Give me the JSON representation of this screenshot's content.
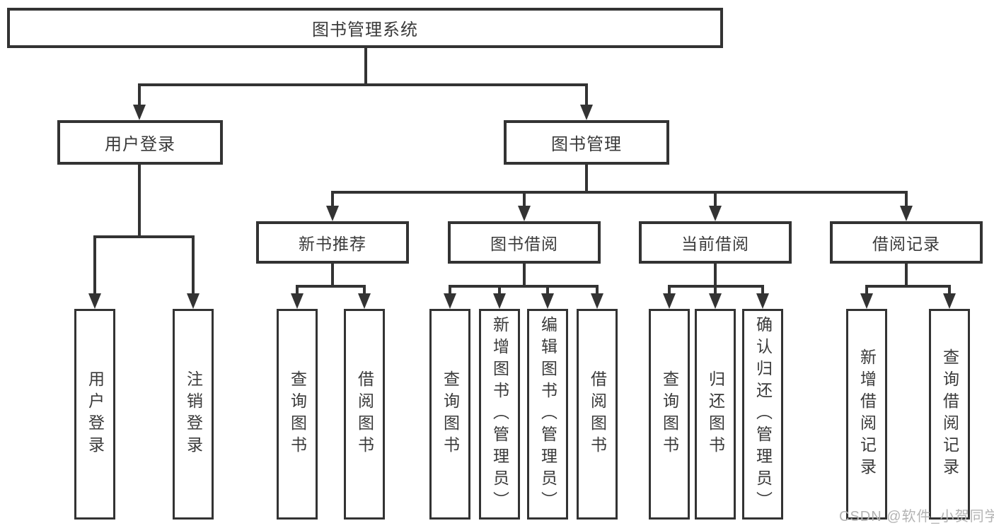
{
  "diagram": {
    "root": "图书管理系统",
    "user_login": "用户登录",
    "book_mgmt": "图书管理",
    "new_book_rec": "新书推荐",
    "book_borrow": "图书借阅",
    "current_borrow": "当前借阅",
    "borrow_record": "借阅记录",
    "leaf_user_login": "用户登录",
    "leaf_logout": "注销登录",
    "leaf_rec_query_book": "查询图书",
    "leaf_rec_borrow_book": "借阅图书",
    "leaf_bb_query_book": "查询图书",
    "leaf_bb_add_book": "新增图书（管理员）",
    "leaf_bb_edit_book": "编辑图书（管理员）",
    "leaf_bb_borrow_book": "借阅图书",
    "leaf_cb_query_book": "查询图书",
    "leaf_cb_return_book": "归还图书",
    "leaf_cb_confirm_return": "确认归还（管理员）",
    "leaf_br_add_record": "新增借阅记录",
    "leaf_br_query_record": "查询借阅记录"
  },
  "watermark": "CSDN @软件_小贺同学",
  "colors": {
    "line": "#333333",
    "text": "#3a3a3a",
    "watermark": "#b3b3b3",
    "background": "#ffffff"
  }
}
